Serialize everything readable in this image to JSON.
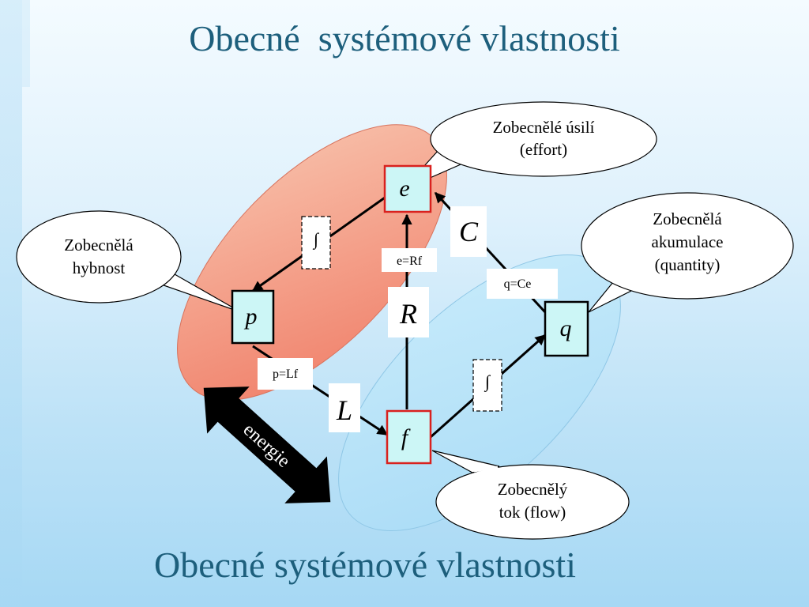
{
  "slide": {
    "title_top": "Obecné  systémové vlastnosti",
    "title_bottom": "Obecné systémové vlastnosti"
  },
  "diagram": {
    "nodes": {
      "e": "e",
      "p": "p",
      "q": "q",
      "f": "f"
    },
    "elements": {
      "C": "C",
      "R": "R",
      "L": "L"
    },
    "equations": {
      "effort_resistance": "e=Rf",
      "quantity_capacity": "q=Ce",
      "momentum_inductance": "p=Lf"
    },
    "integral_symbol": "∫",
    "energy_label": "energie",
    "callouts": {
      "effort": [
        "Zobecnělé úsilí",
        "(effort)"
      ],
      "momentum": [
        "Zobecnělá",
        "hybnost"
      ],
      "quantity": [
        "Zobecnělá",
        "akumulace",
        "(quantity)"
      ],
      "flow": [
        "Zobecnělý",
        "tok (flow)"
      ]
    },
    "colors": {
      "momentum_group": "#f19a80",
      "flow_group": "#b7e2f8",
      "effort_flow_border": "#d9211e",
      "node_fill": "#ccf6f6"
    }
  }
}
